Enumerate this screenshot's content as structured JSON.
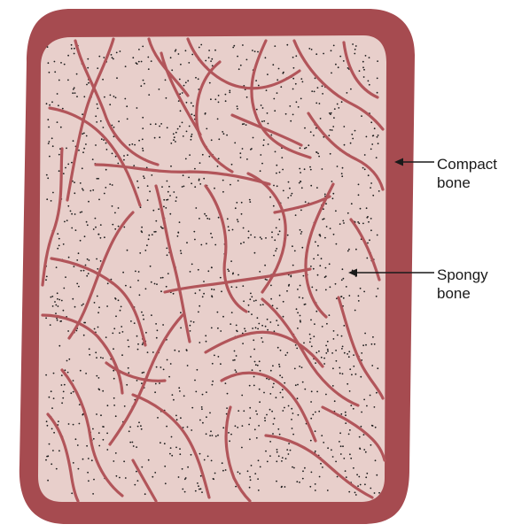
{
  "colors": {
    "compact_bone": "#a64b50",
    "spongy_bone": "#e8cfcb",
    "trabeculae": "#b2555a",
    "dots": "#1a1a1a",
    "text": "#1a1a1a"
  },
  "labels": {
    "compact": {
      "line1": "Compact",
      "line2": "bone"
    },
    "spongy": {
      "line1": "Spongy",
      "line2": "bone"
    }
  }
}
